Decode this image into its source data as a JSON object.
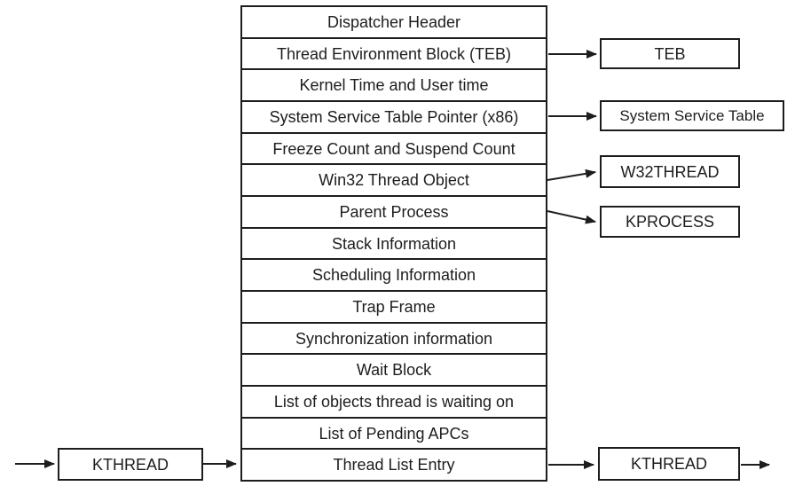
{
  "main_table": {
    "rows": [
      "Dispatcher Header",
      "Thread Environment Block (TEB)",
      "Kernel Time and User time",
      "System Service Table Pointer (x86)",
      "Freeze Count and Suspend Count",
      "Win32 Thread Object",
      "Parent Process",
      "Stack Information",
      "Scheduling Information",
      "Trap Frame",
      "Synchronization information",
      "Wait Block",
      "List of objects thread is waiting on",
      "List of Pending APCs",
      "Thread List Entry"
    ]
  },
  "boxes": {
    "kthread_left": "KTHREAD",
    "teb": "TEB",
    "system_service_table": "System Service Table",
    "w32thread": "W32THREAD",
    "kprocess": "KPROCESS",
    "kthread_right": "KTHREAD"
  },
  "connections": [
    {
      "from": "external-left",
      "to": "KTHREAD (left)"
    },
    {
      "from": "KTHREAD (left)",
      "to": "Thread List Entry"
    },
    {
      "from": "Thread Environment Block (TEB)",
      "to": "TEB"
    },
    {
      "from": "System Service Table Pointer (x86)",
      "to": "System Service Table"
    },
    {
      "from": "Win32 Thread Object",
      "to": "W32THREAD"
    },
    {
      "from": "Parent Process",
      "to": "KPROCESS"
    },
    {
      "from": "Thread List Entry",
      "to": "KTHREAD (right)"
    },
    {
      "from": "KTHREAD (right)",
      "to": "external-right"
    }
  ],
  "colors": {
    "line": "#1d1d1d",
    "text": "#1d1d1d",
    "background": "#ffffff"
  }
}
